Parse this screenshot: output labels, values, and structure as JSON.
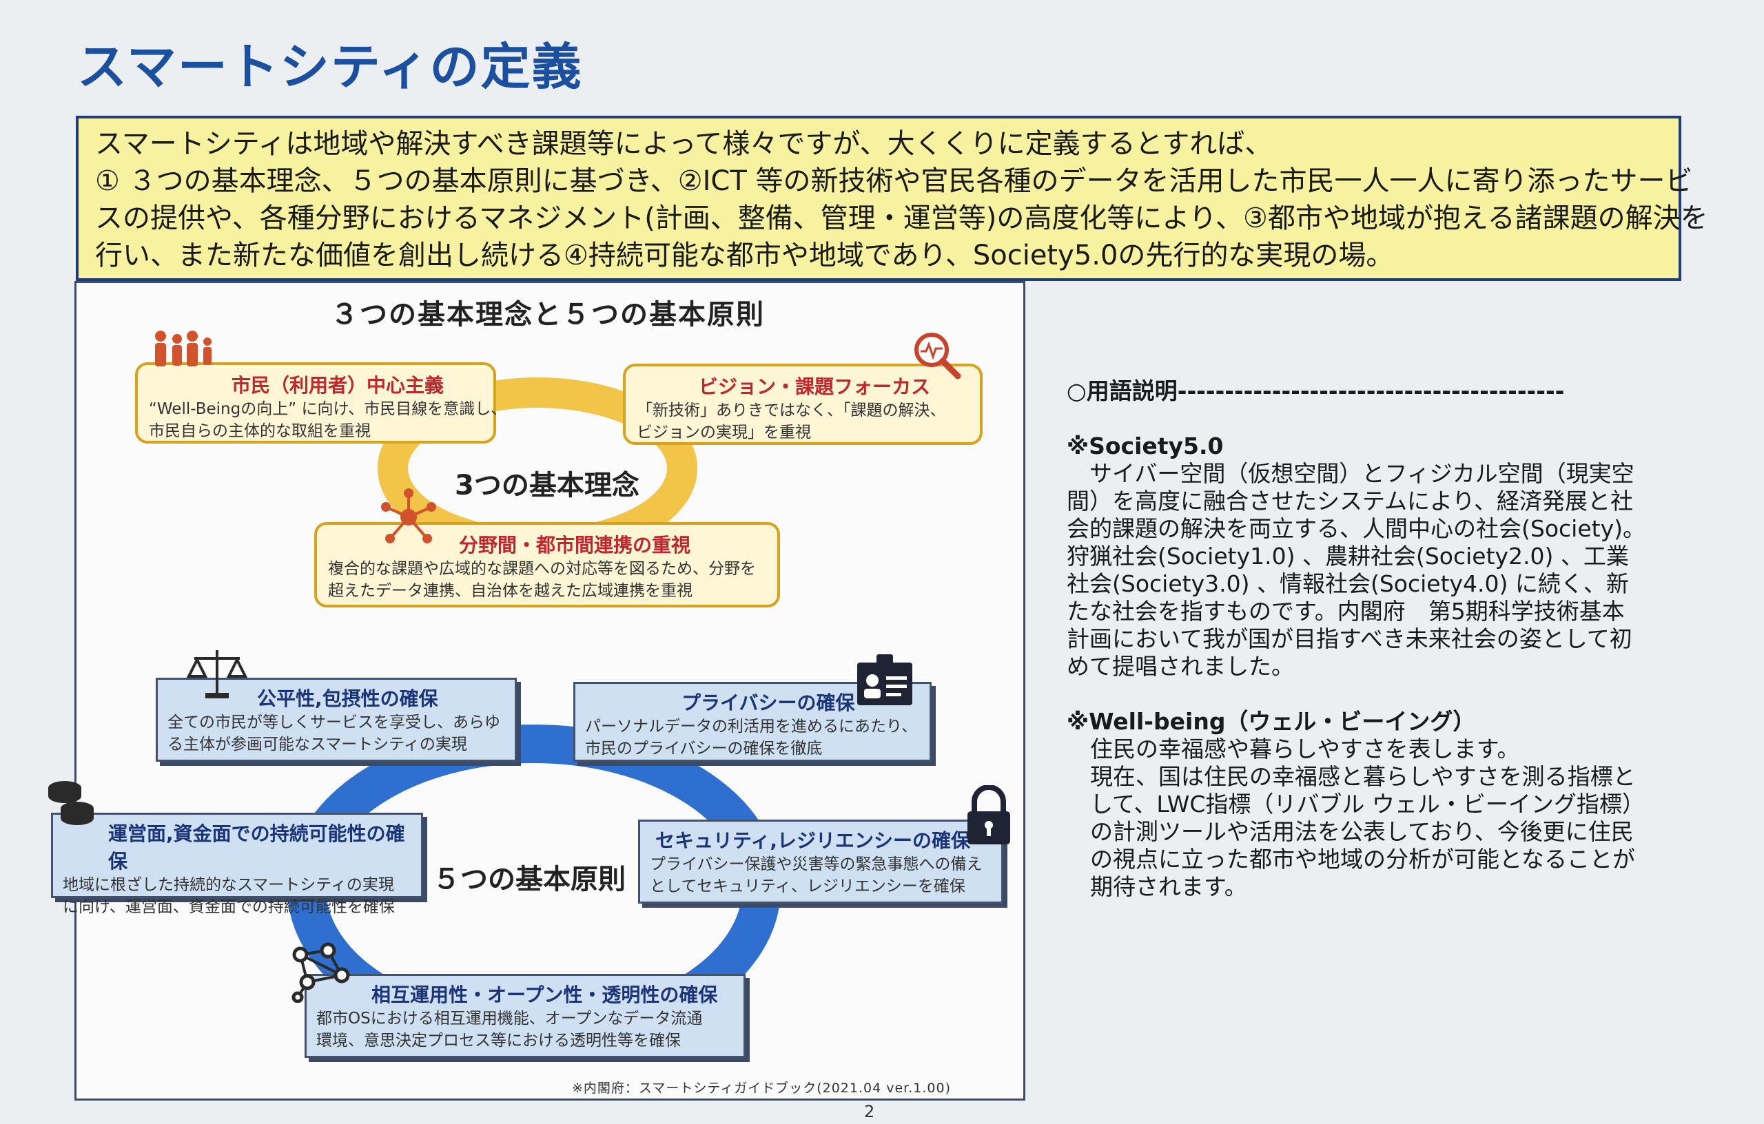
{
  "page_title": "スマートシティの定義",
  "definition": {
    "lines": [
      "スマートシティは地域や解決すべき課題等によって様々ですが、大くくりに定義するとすれば、",
      "① ３つの基本理念、５つの基本原則に基づき、②ICT 等の新技術や官民各種のデータを活用した市民一人一人に寄り添ったサービ",
      "スの提供や、各種分野におけるマネジメント(計画、整備、管理・運営等)の高度化等により、③都市や地域が抱える諸課題の解決を",
      "行い、また新たな価値を創出し続ける④持続可能な都市や地域であり、Society5.0の先行的な実現の場。"
    ]
  },
  "diagram": {
    "title": "３つの基本理念と５つの基本原則",
    "philosophy_label": "3つの基本理念",
    "principles_label": "５つの基本原則",
    "philosophies": [
      {
        "heading": "市民（利用者）中心主義",
        "lines": [
          "“Well-Beingの向上” に向け、市民目線を意識し、",
          "市民自らの主体的な取組を重視"
        ]
      },
      {
        "heading": "ビジョン・課題フォーカス",
        "lines": [
          "「新技術」ありきではなく、「課題の解決、",
          "ビジョンの実現」を重視"
        ]
      },
      {
        "heading": "分野間・都市間連携の重視",
        "lines": [
          "複合的な課題や広域的な課題への対応等を図るため、分野を",
          "超えたデータ連携、自治体を越えた広域連携を重視"
        ]
      }
    ],
    "principles": [
      {
        "heading": "公平性,包摂性の確保",
        "lines": [
          "全ての市民が等しくサービスを享受し、あらゆ",
          "る主体が参画可能なスマートシティの実現"
        ]
      },
      {
        "heading": "プライバシーの確保",
        "lines": [
          "パーソナルデータの利活用を進めるにあたり、",
          "市民のプライバシーの確保を徹底"
        ]
      },
      {
        "heading": "運営面,資金面での持続可能性の確保",
        "lines": [
          "地域に根ざした持続的なスマートシティの実現",
          "に向け、運営面、資金面での持続可能性を確保"
        ]
      },
      {
        "heading": "セキュリティ,レジリエンシーの確保",
        "lines": [
          "プライバシー保護や災害等の緊急事態への備え",
          "としてセキュリティ、レジリエンシーを確保"
        ]
      },
      {
        "heading": "相互運用性・オープン性・透明性の確保",
        "lines": [
          "都市OSにおける相互運用機能、オープンなデータ流通",
          "環境、意思決定プロセス等における透明性等を確保"
        ]
      }
    ],
    "source": "※内閣府：スマートシティガイドブック(2021.04 ver.1.00)"
  },
  "glossary": {
    "heading": "○用語説明-----------------------------------------",
    "society_title": "※Society5.0",
    "society_lines": [
      "　サイバー空間（仮想空間）とフィジカル空間（現実空",
      "間）を高度に融合させたシステムにより、経済発展と社",
      "会的課題の解決を両立する、人間中心の社会(Society)。",
      "狩猟社会(Society1.0) 、農耕社会(Society2.0) 、工業",
      "社会(Society3.0) 、情報社会(Society4.0) に続く、新",
      "たな社会を指すものです。内閣府　第5期科学技術基本",
      "計画において我が国が目指すべき未来社会の姿として初",
      "めて提唱されました。"
    ],
    "wellbeing_title": "※Well-being（ウェル・ビーイング）",
    "wellbeing_lines": [
      "住民の幸福感や暮らしやすさを表します。",
      "現在、国は住民の幸福感と暮らしやすさを測る指標と",
      "して、LWC指標（リバブル ウェル・ビーイング指標）",
      "の計測ツールや活用法を公表しており、今後更に住民",
      "の視点に立った都市や地域の分析が可能となることが",
      "期待されます。"
    ]
  },
  "page_number": "2",
  "colors": {
    "title_blue": "#1b4fa0",
    "def_bg": "#f7f2a0",
    "orange_ring": "#f2c548",
    "blue_ring": "#2f6fd0",
    "red_heading": "#c0262b"
  }
}
